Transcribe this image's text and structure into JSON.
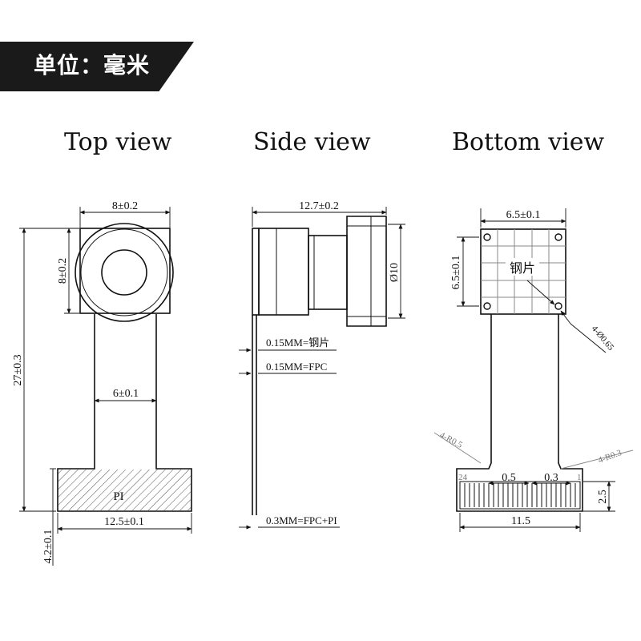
{
  "header": {
    "unit_label": "单位：毫米"
  },
  "views": {
    "top": "Top view",
    "side": "Side view",
    "bottom": "Bottom view"
  },
  "top_view": {
    "width_dim": "8±0.2",
    "height_dim": "8±0.2",
    "total_length_dim": "27±0.3",
    "fpc_width_dim": "6±0.1",
    "pi_label": "PI",
    "pi_width_dim": "12.5±0.1",
    "pi_height_dim": "4.2±0.1"
  },
  "side_view": {
    "length_dim": "12.7±0.2",
    "diameter_dim": "Ø10",
    "steel_note": "0.15MM=钢片",
    "fpc_note": "0.15MM=FPC",
    "total_note": "0.3MM=FPC+PI"
  },
  "bottom_view": {
    "width_dim": "6.5±0.1",
    "height_dim": "6.5±0.1",
    "steel_label": "钢片",
    "holes_note": "4-Ø0.65",
    "radius_left": "4-R0.5",
    "radius_right": "4-R0.3",
    "pin_first": "24",
    "pin_last": "1",
    "pitch_dim": "0.5",
    "pin_width_dim": "0.3",
    "connector_width_dim": "11.5",
    "connector_height_dim": "2.5"
  }
}
